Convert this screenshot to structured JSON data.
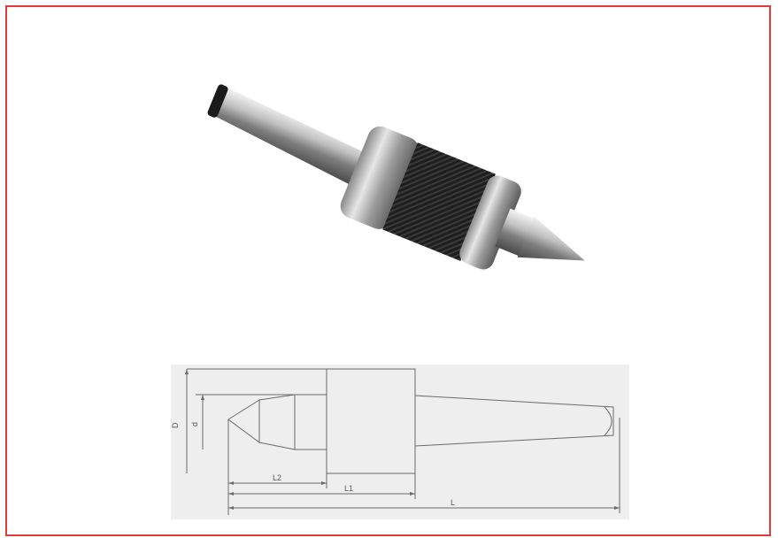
{
  "colors": {
    "frame": "#e03a3a",
    "drawing_bg": "#eeeeee",
    "line": "#6a6a6a"
  },
  "photo": {
    "label": "live-center-photo"
  },
  "drawing": {
    "dimensions": {
      "D": "D",
      "d": "d",
      "L2": "L2",
      "L1": "L1",
      "L": "L"
    }
  }
}
